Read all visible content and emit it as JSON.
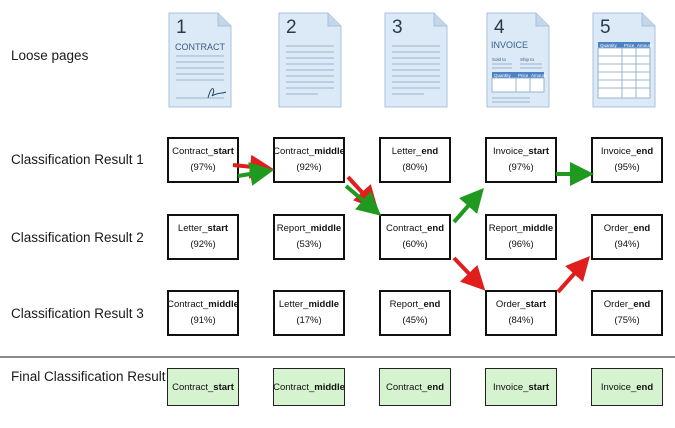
{
  "rows": {
    "loose": "Loose pages",
    "r1": "Classification Result 1",
    "r2": "Classification Result 2",
    "r3": "Classification Result 3",
    "final": "Final Classification Result"
  },
  "pages": [
    {
      "num": "1",
      "icon": "contract-document-icon",
      "caption": "CONTRACT"
    },
    {
      "num": "2",
      "icon": "lined-document-icon"
    },
    {
      "num": "3",
      "icon": "lined-document-icon"
    },
    {
      "num": "4",
      "icon": "invoice-document-icon",
      "caption": "INVOICE",
      "sold_to": "Sold to",
      "ship_to": "Ship to",
      "cols": [
        "Quantity",
        "Price",
        "Amount"
      ]
    },
    {
      "num": "5",
      "icon": "table-document-icon",
      "cols": [
        "Quantity",
        "Price",
        "Amount"
      ]
    }
  ],
  "results": {
    "r1": [
      {
        "pre": "Contract_",
        "bold": "start",
        "pct": "(97%)"
      },
      {
        "pre": "Contract_",
        "bold": "middle",
        "pct": "(92%)"
      },
      {
        "pre": "Letter_",
        "bold": "end",
        "pct": "(80%)"
      },
      {
        "pre": "Invoice_",
        "bold": "start",
        "pct": "(97%)"
      },
      {
        "pre": "Invoice_",
        "bold": "end",
        "pct": "(95%)"
      }
    ],
    "r2": [
      {
        "pre": "Letter_",
        "bold": "start",
        "pct": "(92%)"
      },
      {
        "pre": "Report_",
        "bold": "middle",
        "pct": "(53%)"
      },
      {
        "pre": "Contract_",
        "bold": "end",
        "pct": "(60%)"
      },
      {
        "pre": "Report_",
        "bold": "middle",
        "pct": "(96%)"
      },
      {
        "pre": "Order_",
        "bold": "end",
        "pct": "(94%)"
      }
    ],
    "r3": [
      {
        "pre": "Contract_",
        "bold": "middle",
        "pct": "(91%)"
      },
      {
        "pre": "Letter_",
        "bold": "middle",
        "pct": "(17%)"
      },
      {
        "pre": "Report_",
        "bold": "end",
        "pct": "(45%)"
      },
      {
        "pre": "Order_",
        "bold": "start",
        "pct": "(84%)"
      },
      {
        "pre": "Order_",
        "bold": "end",
        "pct": "(75%)"
      }
    ]
  },
  "final": [
    {
      "pre": "Contract_",
      "bold": "start"
    },
    {
      "pre": "Contract_",
      "bold": "middle"
    },
    {
      "pre": "Contract_",
      "bold": "end"
    },
    {
      "pre": "Invoice_",
      "bold": "start"
    },
    {
      "pre": "Invoice_",
      "bold": "end"
    }
  ],
  "colors": {
    "green": "#1f9a1f",
    "red": "#e01e1e",
    "final_fill": "#d6f3cf"
  }
}
